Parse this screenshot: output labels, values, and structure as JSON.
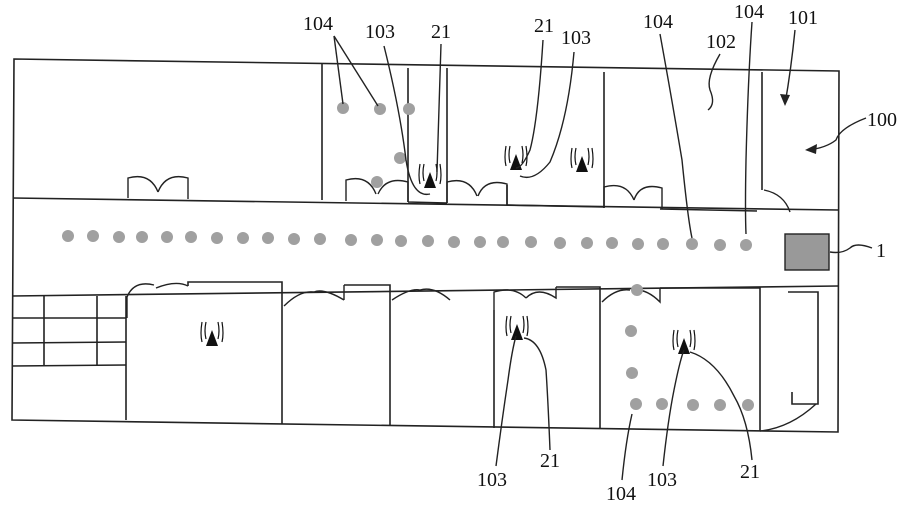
{
  "colors": {
    "line": "#222222",
    "dot": "#a0a0a0",
    "device_fill": "#999999",
    "background": "#ffffff"
  },
  "labels": {
    "building": "100",
    "room": "101",
    "region": "102",
    "access_point": "103",
    "beacon_position": "104",
    "device_icon_ref": "21",
    "positioning_device": "1"
  },
  "icons": [
    "wifi-access-point-icon"
  ]
}
